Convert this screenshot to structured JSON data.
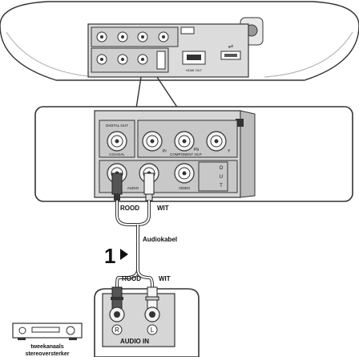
{
  "top_panel": {
    "hdmi_label": "HDMI OUT"
  },
  "zoom_panel": {
    "digital_out_label": "DIGITAL OUT",
    "coaxial_label": "COAXIAL",
    "component_out_label": "COMPONENT OUT",
    "pr_label": "Pr",
    "pb_label": "Pb",
    "y_label": "Y",
    "audio_label": "AUDIO",
    "video_label": "VIDEO",
    "out_vertical": [
      "O",
      "U",
      "T"
    ]
  },
  "cable": {
    "red_label": "ROOD",
    "white_label": "WIT",
    "step_number": "1",
    "cable_label": "Audiokabel"
  },
  "input_panel": {
    "red_label": "ROOD",
    "white_label": "WIT",
    "right_marker": "R",
    "left_marker": "L",
    "audio_in_label": "AUDIO IN"
  },
  "device": {
    "name_line1": "tweekanaals",
    "name_line2": "stereoversterker"
  }
}
